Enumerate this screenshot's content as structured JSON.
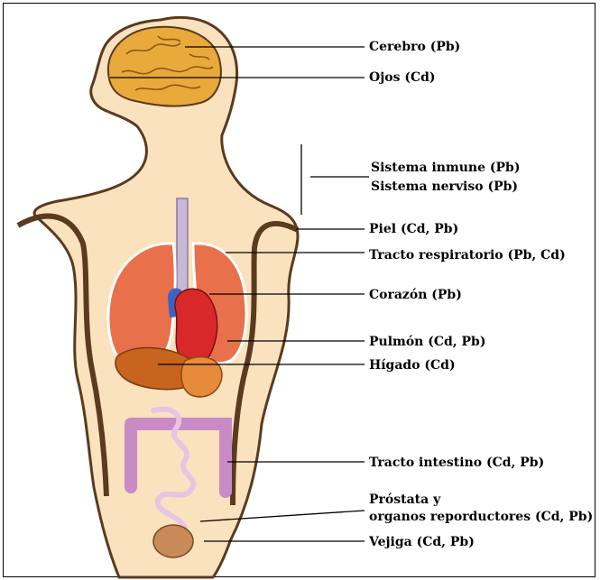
{
  "labels": {
    "cerebro": "Cerebro (Pb)",
    "ojos": "Ojos (Cd)",
    "sistema_inmune": "Sistema inmune (Pb)",
    "sistema_nervioso": "Sistema nerviso (Pb)",
    "piel": "Piel (Cd, Pb)",
    "tracto_respiratorio": "Tracto respiratorio (Pb, Cd)",
    "corazon": "Corazón (Pb)",
    "pulmon": "Pulmón (Cd, Pb)",
    "higado": "Hígado (Cd)",
    "tracto_intestino": "Tracto intestino (Cd, Pb)",
    "prostata_1": "Próstata y",
    "prostata_2": "organos reporductores (Cd, Pb)",
    "vejiga": "Vejiga (Cd, Pb)"
  },
  "colors": {
    "skin": "#FAE2BE",
    "outline": "#5A3B1F",
    "brain": "#E9A93B",
    "lung": "#E8704A",
    "heart": "#D8282A",
    "intestine": "#C98BC6",
    "bladder": "#C98A5A"
  }
}
